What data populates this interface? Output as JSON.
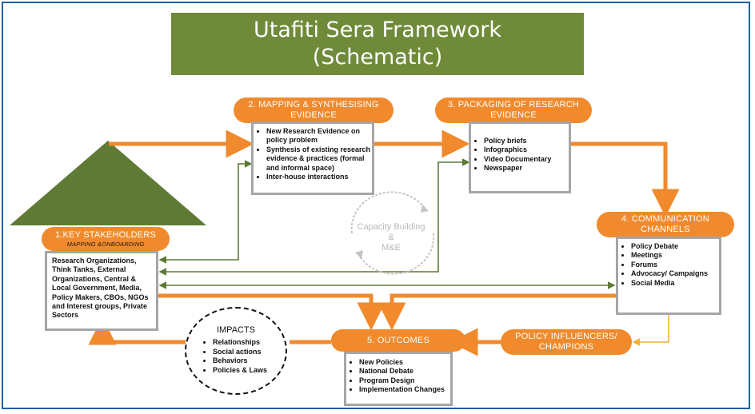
{
  "title": {
    "line1": "Utafiti Sera Framework",
    "line2": "(Schematic)"
  },
  "colors": {
    "title_bg": "#6f8b3a",
    "pill": "#f08a2c",
    "arrow_orange": "#f08a2c",
    "arrow_green": "#5e7a34",
    "arrow_yellow": "#f2b233",
    "card_border": "#a6a6a6",
    "frame": "#1f5fa8"
  },
  "stakeholders": {
    "title": "1.KEY STAKEHOLDERS",
    "subtitle": "MAPPING &ONBOARDING",
    "body": "Research Organizations, Think Tanks, External Organizations, Central & Local Government, Media, Policy Makers, CBOs, NGOs and Interest groups, Private Sectors"
  },
  "mapping": {
    "title_line1": "2. MAPPING & SYNTHESISING",
    "title_line2": "EVIDENCE",
    "items": [
      "New Research Evidence on policy problem",
      "Synthesis of existing research evidence & practices (formal and informal space)",
      "Inter-house interactions"
    ]
  },
  "packaging": {
    "title_line1": "3. PACKAGING OF RESEARCH",
    "title_line2": "EVIDENCE",
    "items": [
      "Policy briefs",
      "Infographics",
      "Video Documentary",
      "Newspaper"
    ]
  },
  "communication": {
    "title_line1": "4. COMMUNICATION",
    "title_line2": "CHANNELS",
    "items": [
      "Policy Debate",
      "Meetings",
      "Forums",
      "Advocacy/ Campaigns",
      "Social Media"
    ]
  },
  "outcomes": {
    "title": "5. OUTCOMES",
    "items": [
      "New Policies",
      "National Debate",
      "Program Design",
      "Implementation Changes"
    ]
  },
  "influencers": {
    "title_line1": "POLICY INFLUENCERS/",
    "title_line2": "CHAMPIONS"
  },
  "impacts": {
    "title": "IMPACTS",
    "items": [
      "Relationships",
      "Social actions",
      "Behaviors",
      "Policies & Laws"
    ]
  },
  "capacity": {
    "line1": "Capacity Building",
    "line2": "&",
    "line3": "M&E"
  }
}
